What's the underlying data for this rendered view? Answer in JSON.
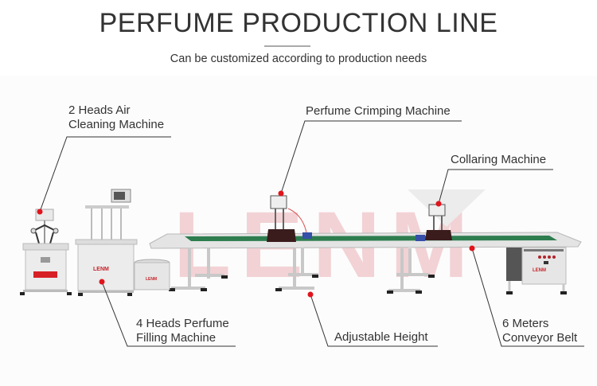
{
  "header": {
    "title": "PERFUME PRODUCTION LINE",
    "subtitle": "Can be customized according to production needs"
  },
  "watermark": {
    "text": "LENM",
    "color": "#e8a0a6"
  },
  "brand_badge": "LENM",
  "callouts": [
    {
      "id": "air-cleaning",
      "lines": [
        "2 Heads Air",
        "Cleaning Machine"
      ]
    },
    {
      "id": "filling",
      "lines": [
        "4 Heads Perfume",
        "Filling Machine"
      ]
    },
    {
      "id": "crimping",
      "lines": [
        "Perfume Crimping Machine"
      ]
    },
    {
      "id": "adjustable-height",
      "lines": [
        "Adjustable Height"
      ]
    },
    {
      "id": "collaring",
      "lines": [
        "Collaring Machine"
      ]
    },
    {
      "id": "conveyor",
      "lines": [
        "6 Meters",
        "Conveyor Belt"
      ]
    }
  ],
  "colors": {
    "marker": "#e0141c",
    "belt": "#2e7d4f",
    "steel": "#d6d6d6",
    "leader": "#333333"
  }
}
